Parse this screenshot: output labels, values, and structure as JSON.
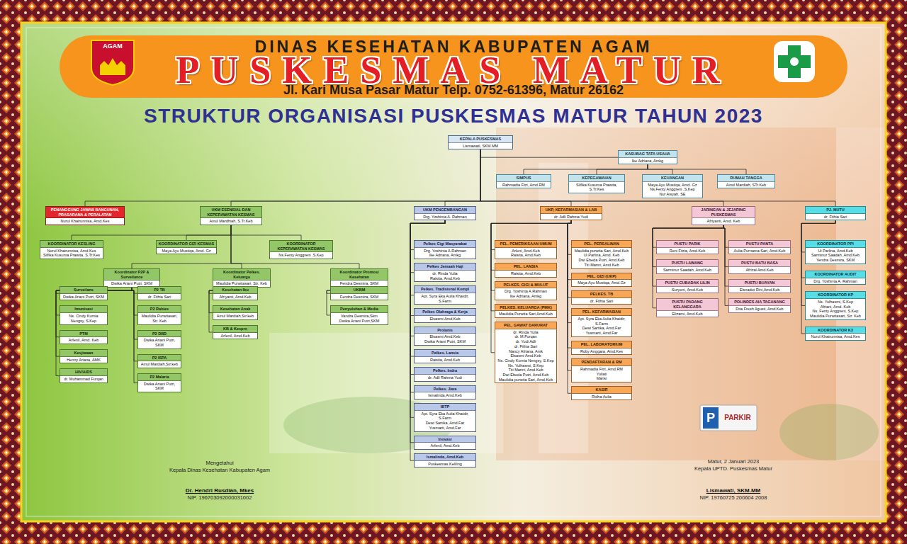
{
  "diagram": {
    "title": "STRUKTUR ORGANISASI PUSKESMAS MATUR TAHUN 2023",
    "nodes": [
      {
        "text": [
          "KEPALA PUSKESMAS",
          "Lismawati, SKM.MM"
        ]
      },
      {
        "text": [
          "KASUBAG TATA USAHA",
          "Ike Adriana, Amkg"
        ]
      },
      {
        "text": [
          "SIMPUS",
          "Rahmadia Fitri, Amd.RM"
        ]
      },
      {
        "text": [
          "KEPEGAWAIAN",
          "Silfika Kusuma Prawita, S.Tr.Kes"
        ]
      },
      {
        "text": [
          "KEUANGAN",
          "Maya Ayu Mustiqa, Amd. Gz",
          "Ns.Fenty Anggreni .S.Kep",
          "Nur Aisyah, SE"
        ]
      },
      {
        "text": [
          "RUMAH TANGGA",
          "Ainul Mardiah, STr.Keb"
        ]
      },
      {
        "text": [
          "PENANGGUNG JAWAB BANGUNAN, PRASARANA & PERALATAN",
          "Nurul Khairunnisa, Amd.Kes"
        ]
      },
      {
        "text": [
          "UKM ESENSIAL DAN KEPERAWATAN KESMAS",
          "Ainul Mardhiah, S.Tr.Keb"
        ]
      },
      {
        "text": [
          "UKM PENGEMBANGAN",
          "Drg. Yoshinta A. Rahman"
        ]
      },
      {
        "text": [
          "UKP, KEFARMASIAN & LAB",
          "dr. Adli Rahma Yudi"
        ]
      },
      {
        "text": [
          "JARINGAN & JEJARING PUSKESMAS",
          "Afriyanti, Amd. Keb"
        ]
      },
      {
        "text": [
          "PJ. MUTU",
          "dr. Fithia Sari"
        ]
      },
      {
        "text": [
          "KOORDINATOR KESLING",
          "Nurul Khairunnisa, Amd.Kes",
          "Silfika Kusuma Prawita, S.Tr.Kes"
        ]
      },
      {
        "text": [
          "KOORDINATOR GIZI KESMAS",
          "Maya Ayu Mustiqa, Amd. Gz"
        ]
      },
      {
        "text": [
          "KOORDINATOR KEPERAWATAN KESMAS",
          "Ns.Fenty Anggreni .S.Kep"
        ]
      },
      {
        "text": [
          "Koordinator P2P & Surveilance",
          "Dwika Ariani Putri, SKM"
        ]
      },
      {
        "text": [
          "Surveilans",
          "Dwika Ariani Putri, SKM"
        ]
      },
      {
        "text": [
          "Imunisasi",
          "Ns. Cindy Kurnia Nengsy, S.Kep"
        ]
      },
      {
        "text": [
          "PTM",
          "Arfenil, Amd. Keb"
        ]
      },
      {
        "text": [
          "Kesjiwaan",
          "Henny Ariana, AMK"
        ]
      },
      {
        "text": [
          "HIV/AIDS",
          "dr. Muhammad Furqan"
        ]
      },
      {
        "text": [
          "P2 TB",
          "dr. Fithia Sari"
        ]
      },
      {
        "text": [
          "P2 Rabies",
          "Maulidia Purwitasari, Str. Keb"
        ]
      },
      {
        "text": [
          "P2 DBD",
          "Dwika Ariani Putri, SKM"
        ]
      },
      {
        "text": [
          "P2 ISPA",
          "Ainul Mardiah,Str.keb"
        ]
      },
      {
        "text": [
          "P2 Malaria",
          "Dwika Ariani Putri, SKM"
        ]
      },
      {
        "text": [
          "Koordinator Pelkes. Keluarga",
          "Maulidia Purwitasari, Str. Keb"
        ]
      },
      {
        "text": [
          "Kesehatan Ibu",
          "Afriyanti, Amd.Keb"
        ]
      },
      {
        "text": [
          "Kesehatan Anak",
          "Ainul Mardiah,Str.keb"
        ]
      },
      {
        "text": [
          "KB & Kespro",
          "Arfenil, Amd.Keb"
        ]
      },
      {
        "text": [
          "Koordinator Promosi Kesehatan",
          "Fendra Desmira, SKM"
        ]
      },
      {
        "text": [
          "UKBM",
          "Fendra Desmira, SKM"
        ]
      },
      {
        "text": [
          "Penyuluhan & Media",
          "Vandra Desmira,Skm",
          "Dwika Ariani Putri,SKM"
        ]
      },
      {
        "text": [
          "Pelkes Gigi Masyarakat",
          "Drg. Yoshinta A.Rahman",
          "Ike Adriana, Amkg"
        ]
      },
      {
        "text": [
          "Pelkes Jemaah Haji",
          "dr. Rinda Yulia",
          "Raisita, Amd.Keb"
        ]
      },
      {
        "text": [
          "Pelkes. Tradisional Kompl",
          "Apt. Syra Eka Aulia Khaidir, S.Farm"
        ]
      },
      {
        "text": [
          "Pelkes Olahraga & Kerja",
          "Elsasmi Amd.Keb"
        ]
      },
      {
        "text": [
          "Prolanis",
          "Elsasmi Amd.Keb",
          "Dwika Ariani Putri, SKM"
        ]
      },
      {
        "text": [
          "Pelkes. Lansia",
          "Raisita, Amd.Keb"
        ]
      },
      {
        "text": [
          "Pelkes. Indra",
          "dr. Adli Rahma Yudi"
        ]
      },
      {
        "text": [
          "Pelkes. Jiwa",
          "Ismalinda,Amd.Keb"
        ]
      },
      {
        "text": [
          "IBTP",
          "Apt. Syra Eka Aulia Khaidir, S.Farm",
          "Dewi Sartika, Amd.Far",
          "Yusmarti, Amd.Far"
        ]
      },
      {
        "text": [
          "Inovasi",
          "Arfenil, Amd.Keb"
        ]
      },
      {
        "text": [
          "Ismalinda, Amd.Keb",
          "Puskesmas Keliling"
        ]
      },
      {
        "text": [
          "PEL. PEMERIKSAAN UMUM",
          "Arleni, Amd.Keb",
          "Raisita, Amd.Keb"
        ]
      },
      {
        "text": [
          "PEL. LANSIA",
          "Raisita, Amd.Keb"
        ]
      },
      {
        "text": [
          "PELKES. GIGI & MULUT",
          "Drg. Yoshinta A.Rahman",
          "Ike Adriana, Amkg"
        ]
      },
      {
        "text": [
          "PELKES. KELUARGA (PMK)",
          "Maulidia Purwita Sari,Amd.Keb"
        ]
      },
      {
        "text": [
          "PEL. GAWAT DARURAT",
          "dr. Rinda Yulia",
          "dr. M.Furqan",
          "dr. Yudi Adli",
          "dr. Fithia Sari",
          "Nancy Afriana, Amk",
          "Elsasmi Amd.Keb",
          "Ns. Cindy Kurnia Nengsy, S.Kep",
          "Ns. Yulhasmi, S.Kep",
          "Titi Marini, Amd.Keb",
          "Dwi Ebeda Putri, Amd.Keb",
          "Maulidia purwita Sari, Amd.Keb"
        ]
      },
      {
        "text": [
          "PEL. PERSALINAN",
          "Maulidia purwita Sari, Amd.Keb",
          "Ui Parlina, Amd. Keb",
          "Dwi Ebeda Putri, Amd.Keb",
          "Titi Marini, Amd.Keb"
        ]
      },
      {
        "text": [
          "PEL. GIZI (UKP)",
          "Maya Ayu Mustiqa, Amd.Gz"
        ]
      },
      {
        "text": [
          "PELKES. TB",
          "dr. Fithia Sari"
        ]
      },
      {
        "text": [
          "PEL. KEFARMASIAN",
          "Apt. Syra Eka Aulia Khaidir, S.Farm",
          "Dewi Sartika, Amd.Far",
          "Yusmarti, Amd.Far"
        ]
      },
      {
        "text": [
          "PEL. LABORATORIUM",
          "Roby Anggara, Amd.Kes"
        ]
      },
      {
        "text": [
          "PENDAFTARAN & RM",
          "Rahmadia Fitri, Amd.RM",
          "Yuliati",
          "Marisi"
        ]
      },
      {
        "text": [
          "KASIR",
          "Ridha Aulia"
        ]
      },
      {
        "text": [
          "PUSTU PARIK",
          "Reni Fitria, Amd.Keb"
        ]
      },
      {
        "text": [
          "PUSTU PANTA",
          "Aulia Purnama Sari, Amd.Keb"
        ]
      },
      {
        "text": [
          "PUSTU LAWANG",
          "Sarminur Saadah, Amd.Keb"
        ]
      },
      {
        "text": [
          "PUSTU BATU BASA",
          "Afrizal Amd.Keb"
        ]
      },
      {
        "text": [
          "PUSTU CUBADAK LILIN",
          "Suryeni, Amd.Keb"
        ]
      },
      {
        "text": [
          "PUSTU BUAYAN",
          "Elsnadut Rini,Amd.Keb"
        ]
      },
      {
        "text": [
          "PUSTU PADANG KELANGGARA",
          "Elizami, Amd.Keb"
        ]
      },
      {
        "text": [
          "POLINDES AIA TAGANANG",
          "Dita Fresh Agusti, Amd.Keb"
        ]
      },
      {
        "text": [
          "KOORDINATOR PPI",
          "Ui Parlina, Amd.Keb",
          "Sarminur Saadah, Amd.Keb",
          "Yendra Desmira, SKM"
        ]
      },
      {
        "text": [
          "KOORDINATOR AUDIT",
          "Drg. Yoshinta A. Rahman"
        ]
      },
      {
        "text": [
          "KOORDINATOR KP",
          "Ns. Yulhasmi, S.Kep",
          "Afriani, Amd. Keb",
          "Ns. Fenty Anggreni, S.Kep",
          "Maulidia Purwitasari, Str. Keb"
        ]
      },
      {
        "text": [
          "KOORDINATOR K3",
          "Nurul Khairunnisa, Amd.Kes"
        ]
      }
    ],
    "edges": [
      {
        "from": 0,
        "to": 1,
        "arrow": "none"
      },
      {
        "from": 0,
        "to": 6,
        "arrow": "none"
      },
      {
        "from": 0,
        "to": 7,
        "arrow": "none"
      },
      {
        "from": 0,
        "to": 8,
        "arrow": "none"
      },
      {
        "from": 0,
        "to": 9,
        "arrow": "none"
      },
      {
        "from": 0,
        "to": 10,
        "arrow": "none"
      },
      {
        "from": 0,
        "to": 11,
        "arrow": "none"
      },
      {
        "from": 1,
        "to": 2,
        "arrow": "none"
      },
      {
        "from": 1,
        "to": 3,
        "arrow": "none"
      },
      {
        "from": 1,
        "to": 4,
        "arrow": "none"
      },
      {
        "from": 1,
        "to": 5,
        "arrow": "none"
      },
      {
        "from": 7,
        "to": 12,
        "arrow": "none"
      },
      {
        "from": 7,
        "to": 13,
        "arrow": "none"
      },
      {
        "from": 7,
        "to": 14,
        "arrow": "none"
      },
      {
        "from": 7,
        "to": 15,
        "arrow": "none"
      },
      {
        "from": 7,
        "to": 26,
        "arrow": "none"
      },
      {
        "from": 7,
        "to": 30,
        "arrow": "none"
      },
      {
        "from": 15,
        "to": 16,
        "arrow": "none"
      },
      {
        "from": 15,
        "to": 17,
        "arrow": "none"
      },
      {
        "from": 15,
        "to": 18,
        "arrow": "none"
      },
      {
        "from": 15,
        "to": 19,
        "arrow": "none"
      },
      {
        "from": 15,
        "to": 20,
        "arrow": "none"
      },
      {
        "from": 15,
        "to": 21,
        "arrow": "none"
      },
      {
        "from": 15,
        "to": 22,
        "arrow": "none"
      },
      {
        "from": 15,
        "to": 23,
        "arrow": "none"
      },
      {
        "from": 15,
        "to": 24,
        "arrow": "none"
      },
      {
        "from": 15,
        "to": 25,
        "arrow": "none"
      },
      {
        "from": 26,
        "to": 27,
        "arrow": "none"
      },
      {
        "from": 26,
        "to": 28,
        "arrow": "none"
      },
      {
        "from": 26,
        "to": 29,
        "arrow": "none"
      },
      {
        "from": 30,
        "to": 31,
        "arrow": "none"
      },
      {
        "from": 30,
        "to": 32,
        "arrow": "none"
      },
      {
        "from": 8,
        "to": 33,
        "arrow": "none"
      },
      {
        "from": 8,
        "to": 34,
        "arrow": "none"
      },
      {
        "from": 8,
        "to": 35,
        "arrow": "none"
      },
      {
        "from": 8,
        "to": 36,
        "arrow": "none"
      },
      {
        "from": 8,
        "to": 37,
        "arrow": "none"
      },
      {
        "from": 8,
        "to": 38,
        "arrow": "none"
      },
      {
        "from": 8,
        "to": 39,
        "arrow": "none"
      },
      {
        "from": 8,
        "to": 40,
        "arrow": "none"
      },
      {
        "from": 8,
        "to": 41,
        "arrow": "none"
      },
      {
        "from": 8,
        "to": 42,
        "arrow": "none"
      },
      {
        "from": 8,
        "to": 43,
        "arrow": "none"
      },
      {
        "from": 9,
        "to": 44,
        "arrow": "none"
      },
      {
        "from": 9,
        "to": 45,
        "arrow": "none"
      },
      {
        "from": 9,
        "to": 46,
        "arrow": "none"
      },
      {
        "from": 9,
        "to": 47,
        "arrow": "none"
      },
      {
        "from": 9,
        "to": 48,
        "arrow": "none"
      },
      {
        "from": 9,
        "to": 49,
        "arrow": "none"
      },
      {
        "from": 9,
        "to": 50,
        "arrow": "none"
      },
      {
        "from": 9,
        "to": 51,
        "arrow": "none"
      },
      {
        "from": 9,
        "to": 52,
        "arrow": "none"
      },
      {
        "from": 9,
        "to": 53,
        "arrow": "none"
      },
      {
        "from": 9,
        "to": 54,
        "arrow": "none"
      },
      {
        "from": 9,
        "to": 55,
        "arrow": "none"
      },
      {
        "from": 10,
        "to": 56,
        "arrow": "none"
      },
      {
        "from": 10,
        "to": 57,
        "arrow": "none"
      },
      {
        "from": 10,
        "to": 58,
        "arrow": "none"
      },
      {
        "from": 10,
        "to": 59,
        "arrow": "none"
      },
      {
        "from": 10,
        "to": 60,
        "arrow": "none"
      },
      {
        "from": 10,
        "to": 61,
        "arrow": "none"
      },
      {
        "from": 10,
        "to": 62,
        "arrow": "none"
      },
      {
        "from": 10,
        "to": 63,
        "arrow": "none"
      },
      {
        "from": 11,
        "to": 64,
        "arrow": "none"
      },
      {
        "from": 11,
        "to": 65,
        "arrow": "none"
      },
      {
        "from": 11,
        "to": 66,
        "arrow": "none"
      },
      {
        "from": 11,
        "to": 67,
        "arrow": "none"
      }
    ],
    "labels": [
      "AGAM",
      "DINAS KESEHATAN KABUPATEN AGAM",
      "PUSKESMAS MATUR",
      "Jl. Kari Musa Pasar Matur Telp. 0752-61396, Matur 26162",
      "Mengetahui",
      "Kepala Dinas Kesehatan Kabupaten Agam",
      "Dr. Hendri Rusdian, Mkes",
      "NIP. 196703092000031002",
      "Matur, 2 Januari 2023",
      "Kepala UPTD. Puskesmas Matur",
      "Lismawati, SKM.MM",
      "NIP. 19760725 200604 2008",
      "P",
      "PARKIR"
    ]
  }
}
